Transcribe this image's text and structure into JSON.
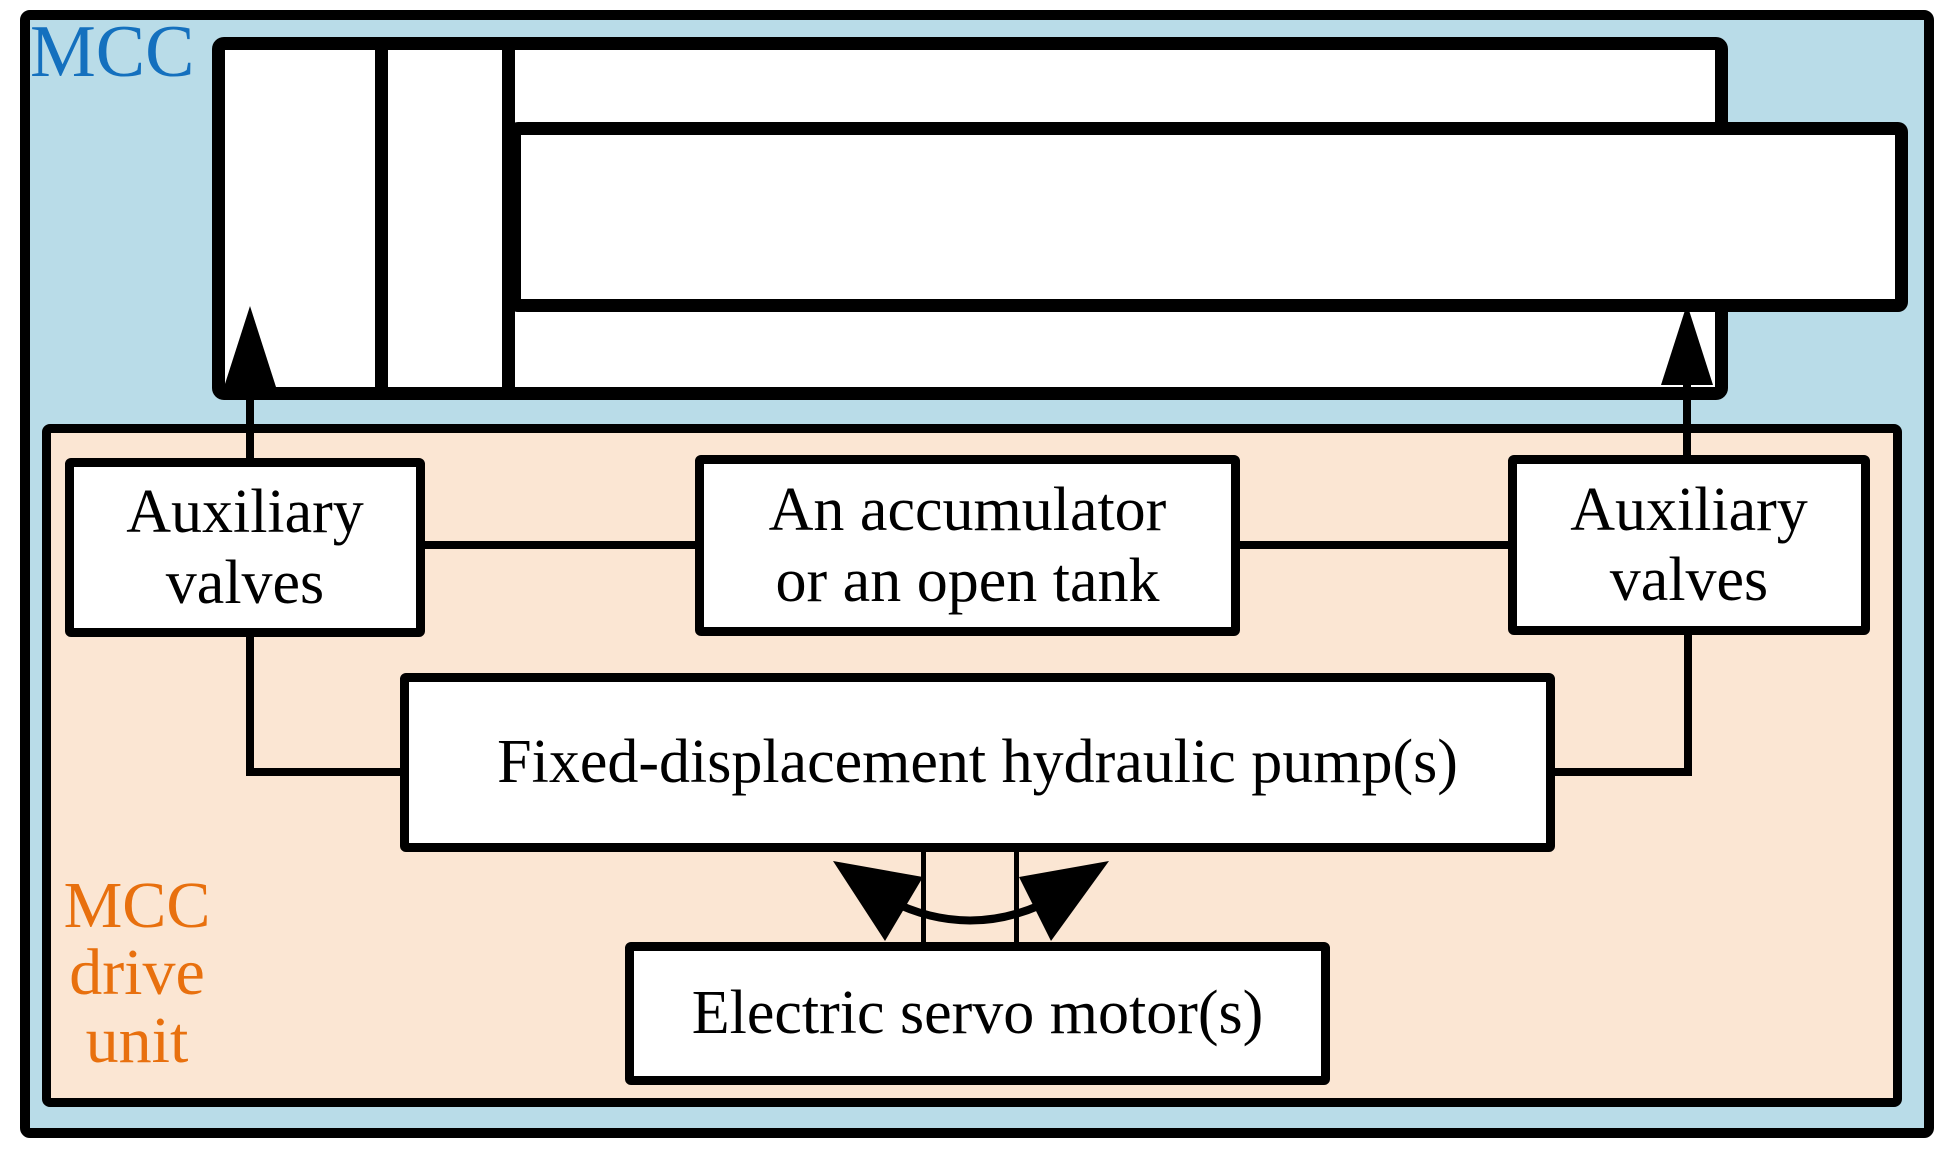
{
  "diagram": {
    "outer_label": "MCC",
    "inner_label_lines": [
      "MCC",
      "drive",
      "unit"
    ],
    "boxes": {
      "aux_left": {
        "lines": [
          "Auxiliary",
          "valves"
        ]
      },
      "accumulator": {
        "lines": [
          "An accumulator",
          "or an open tank"
        ]
      },
      "aux_right": {
        "lines": [
          "Auxiliary",
          "valves"
        ]
      },
      "pump": {
        "label": "Fixed-displacement hydraulic pump(s)"
      },
      "motor": {
        "label": "Electric servo motor(s)"
      }
    },
    "colors": {
      "outer_bg": "#B9DCE8",
      "inner_bg": "#FBE6D3",
      "outer_label": "#1470BE",
      "inner_label": "#E8700E",
      "line": "#000000",
      "box_bg": "#FFFFFF"
    }
  }
}
